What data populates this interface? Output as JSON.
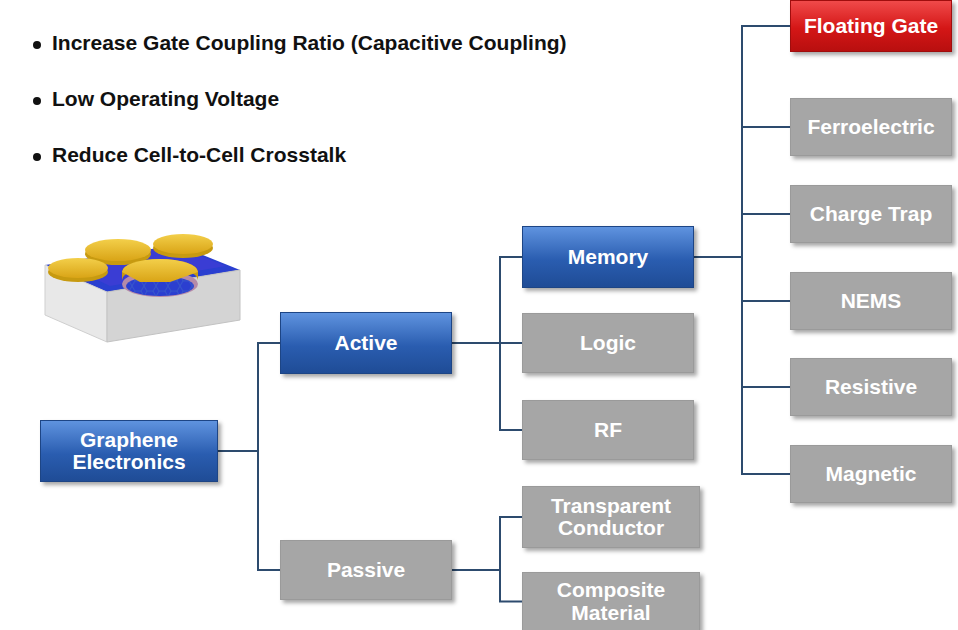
{
  "diagram": {
    "nodes": [
      {
        "text": [
          "Graphene Electronics"
        ]
      },
      {
        "text": [
          "Active"
        ]
      },
      {
        "text": [
          "Passive"
        ]
      },
      {
        "text": [
          "Memory"
        ]
      },
      {
        "text": [
          "Logic"
        ]
      },
      {
        "text": [
          "RF"
        ]
      },
      {
        "text": [
          "Transparent Conductor"
        ]
      },
      {
        "text": [
          "Composite Material"
        ]
      },
      {
        "text": [
          "Floating Gate"
        ]
      },
      {
        "text": [
          "Ferroelectric"
        ]
      },
      {
        "text": [
          "Charge Trap"
        ]
      },
      {
        "text": [
          "NEMS"
        ]
      },
      {
        "text": [
          "Resistive"
        ]
      },
      {
        "text": [
          "Magnetic"
        ]
      }
    ],
    "edges": [
      {
        "from": 0,
        "to": 1,
        "arrow": "none"
      },
      {
        "from": 0,
        "to": 2,
        "arrow": "none"
      },
      {
        "from": 1,
        "to": 3,
        "arrow": "none"
      },
      {
        "from": 1,
        "to": 4,
        "arrow": "none"
      },
      {
        "from": 1,
        "to": 5,
        "arrow": "none"
      },
      {
        "from": 2,
        "to": 6,
        "arrow": "none"
      },
      {
        "from": 2,
        "to": 7,
        "arrow": "none"
      },
      {
        "from": 3,
        "to": 8,
        "arrow": "none"
      },
      {
        "from": 3,
        "to": 9,
        "arrow": "none"
      },
      {
        "from": 3,
        "to": 10,
        "arrow": "none"
      },
      {
        "from": 3,
        "to": 11,
        "arrow": "none"
      },
      {
        "from": 3,
        "to": 12,
        "arrow": "none"
      },
      {
        "from": 3,
        "to": 13,
        "arrow": "none"
      }
    ],
    "labels": [
      "Increase Gate Coupling Ratio (Capacitive Coupling)",
      "Low Operating Voltage",
      "Reduce Cell-to-Cell Crosstalk"
    ]
  }
}
